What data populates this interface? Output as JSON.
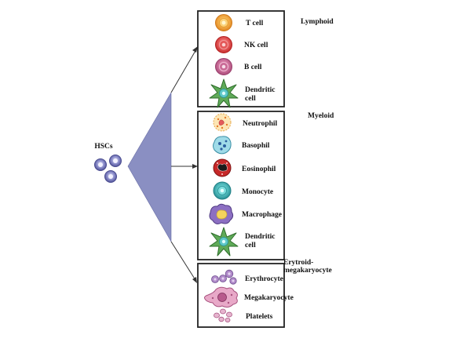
{
  "source": {
    "label": "HSCs",
    "icon": "stem-cell-cluster-icon"
  },
  "groups": [
    {
      "id": "lymphoid",
      "title": "Lymphoid",
      "cells": [
        {
          "label": "T cell",
          "icon": "t-cell-icon"
        },
        {
          "label": "NK cell",
          "icon": "nk-cell-icon"
        },
        {
          "label": "B cell",
          "icon": "b-cell-icon"
        },
        {
          "label": "Dendritic cell",
          "icon": "dendritic-cell-icon"
        }
      ]
    },
    {
      "id": "myeloid",
      "title": "Myeloid",
      "cells": [
        {
          "label": "Neutrophil",
          "icon": "neutrophil-icon"
        },
        {
          "label": "Basophil",
          "icon": "basophil-icon"
        },
        {
          "label": "Eosinophil",
          "icon": "eosinophil-icon"
        },
        {
          "label": "Monocyte",
          "icon": "monocyte-icon"
        },
        {
          "label": "Macrophage",
          "icon": "macrophage-icon"
        },
        {
          "label": "Dendritic cell",
          "icon": "dendritic-cell-icon"
        }
      ]
    },
    {
      "id": "erythroid",
      "title": "Erytroid- megakaryocyte",
      "cells": [
        {
          "label": "Erythrocyte",
          "icon": "erythrocyte-icon"
        },
        {
          "label": "Megakaryocyte",
          "icon": "megakaryocyte-icon"
        },
        {
          "label": "Platelets",
          "icon": "platelets-icon"
        }
      ]
    }
  ],
  "colors": {
    "fan": "#8a8fc2",
    "box": "#222222",
    "hsc": "#6d6fb0"
  }
}
